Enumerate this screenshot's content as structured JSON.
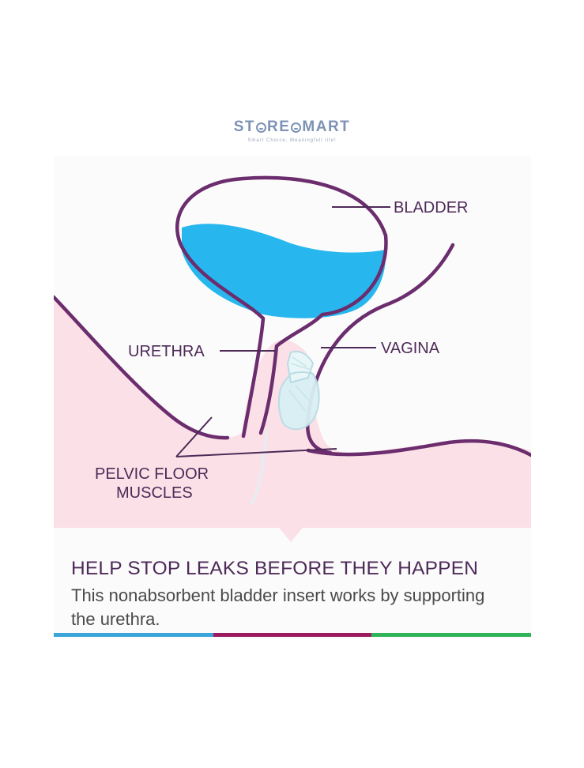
{
  "logo": {
    "text_part1": "ST",
    "text_part2": "RE",
    "text_part3": "MART",
    "tagline": "Smart Choice, Meaningfull life!"
  },
  "diagram": {
    "labels": {
      "bladder": "BLADDER",
      "urethra": "URETHRA",
      "vagina": "VAGINA",
      "pelvic_floor_line1": "PELVIC FLOOR",
      "pelvic_floor_line2": "MUSCLES"
    },
    "colors": {
      "outline": "#6b2d6e",
      "tissue": "#fbe1e7",
      "liquid": "#27b7ee",
      "insert": "#d9f0f4"
    }
  },
  "caption": {
    "headline": "HELP STOP LEAKS BEFORE THEY HAPPEN",
    "body": "This nonabsorbent bladder insert works by supporting the urethra."
  },
  "accent_bar": {
    "colors": [
      "#3aa5d8",
      "#9b1b5e",
      "#2fb457"
    ]
  }
}
